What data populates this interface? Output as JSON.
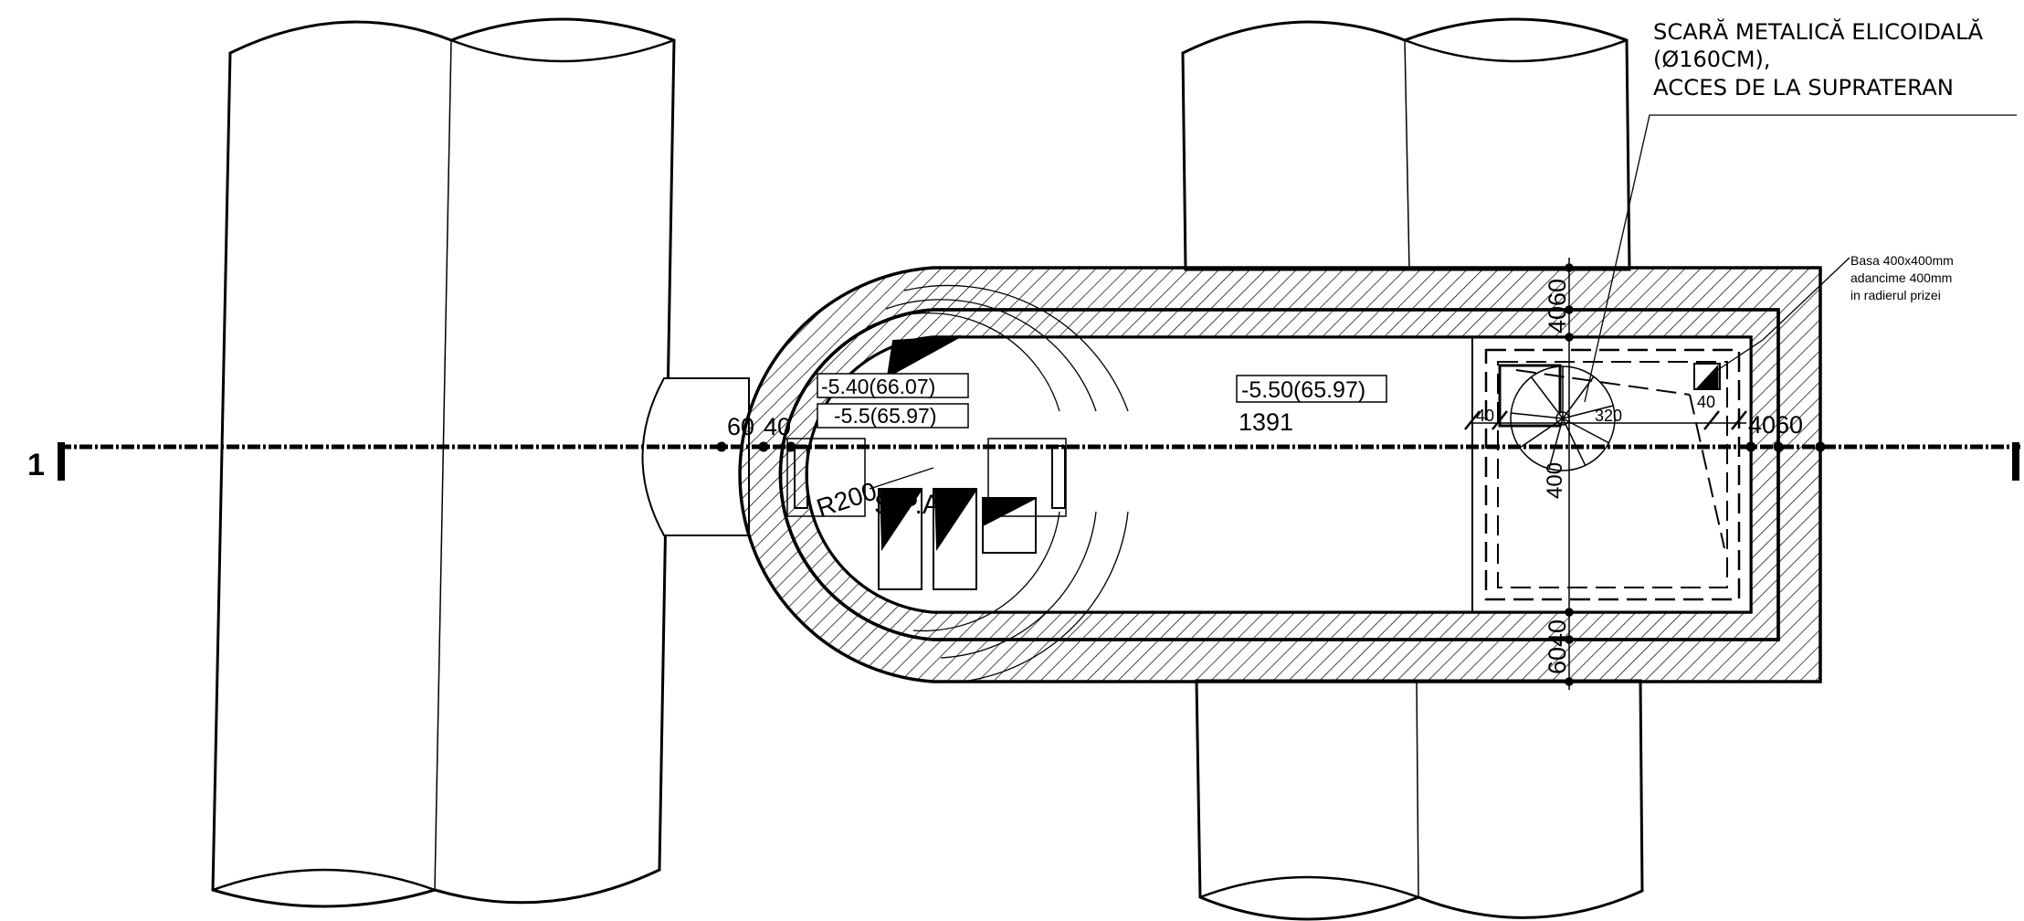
{
  "section_marker": "1",
  "stair_note": {
    "line1": "SCARĂ  METALICĂ ELICOIDALĂ",
    "line2": "(Ø160CM),",
    "line3": "ACCES DE LA SUPRATERAN"
  },
  "base_note": {
    "line1": "Basa 400x400mm",
    "line2": "adancime 400mm",
    "line3": "in radierul prizei"
  },
  "levels": {
    "left_top": "-5.40(66.07)",
    "left_bottom": "-5.5(65.97)",
    "main": "-5.50(65.97)",
    "length": "1391"
  },
  "labels": {
    "radius": "R200",
    "room": "S.P.A.I."
  },
  "dimensions": {
    "wall_outer_left": "60",
    "wall_inner_left": "40",
    "top_v": "4060",
    "bottom_v": "6040",
    "right_h": "4060",
    "stair_left": "40",
    "stair_span": "320",
    "stair_right": "40",
    "stair_v": "400"
  },
  "colors": {
    "ink": "#000000",
    "paper": "#ffffff"
  }
}
